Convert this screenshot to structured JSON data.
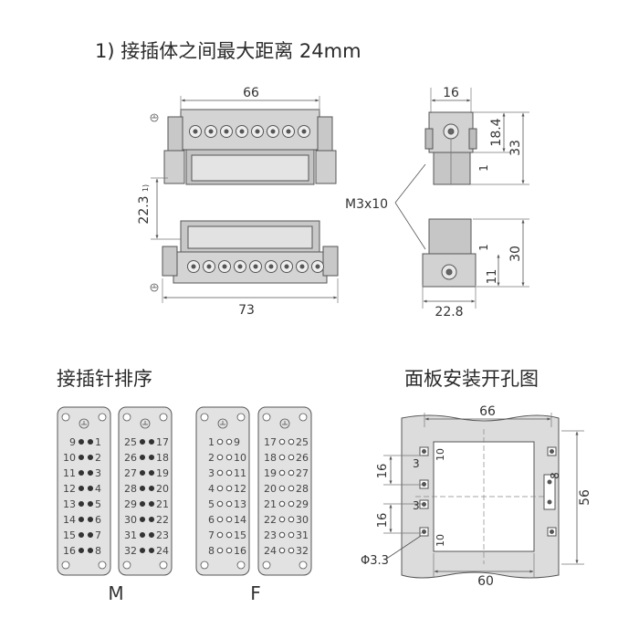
{
  "note": "1) 接插体之间最大距离 24mm",
  "sections": {
    "pin_title": "接插针排序",
    "cutout_title": "面板安装开孔图"
  },
  "top_view": {
    "width_dim": "66",
    "height_dim": "22.3",
    "height_sup": "1)",
    "bottom_width_dim": "73"
  },
  "side_view": {
    "top_width": "16",
    "dim_a": "18.4",
    "dim_b": "33",
    "dim_c": "1",
    "screw": "M3x10",
    "dim_d": "1",
    "dim_e": "30",
    "dim_f": "11",
    "bottom_width": "22.8"
  },
  "inserts": {
    "male_label": "M",
    "female_label": "F",
    "m1": [
      [
        "9",
        "1"
      ],
      [
        "10",
        "2"
      ],
      [
        "11",
        "3"
      ],
      [
        "12",
        "4"
      ],
      [
        "13",
        "5"
      ],
      [
        "14",
        "6"
      ],
      [
        "15",
        "7"
      ],
      [
        "16",
        "8"
      ]
    ],
    "m2": [
      [
        "25",
        "17"
      ],
      [
        "26",
        "18"
      ],
      [
        "27",
        "19"
      ],
      [
        "28",
        "20"
      ],
      [
        "29",
        "21"
      ],
      [
        "30",
        "22"
      ],
      [
        "31",
        "23"
      ],
      [
        "32",
        "24"
      ]
    ],
    "f1": [
      [
        "1",
        "9"
      ],
      [
        "2",
        "10"
      ],
      [
        "3",
        "11"
      ],
      [
        "4",
        "12"
      ],
      [
        "5",
        "13"
      ],
      [
        "6",
        "14"
      ],
      [
        "7",
        "15"
      ],
      [
        "8",
        "16"
      ]
    ],
    "f2": [
      [
        "17",
        "25"
      ],
      [
        "18",
        "26"
      ],
      [
        "19",
        "27"
      ],
      [
        "20",
        "28"
      ],
      [
        "21",
        "29"
      ],
      [
        "22",
        "30"
      ],
      [
        "23",
        "31"
      ],
      [
        "24",
        "32"
      ]
    ]
  },
  "cutout": {
    "width": "66",
    "height": "56",
    "inner_width": "60",
    "v16_top": "16",
    "v16_bottom": "16",
    "small3_top": "3",
    "small10_top": "10",
    "small3_bottom": "3",
    "small10_bottom": "10",
    "right8": "8",
    "hole": "Φ3.3"
  }
}
